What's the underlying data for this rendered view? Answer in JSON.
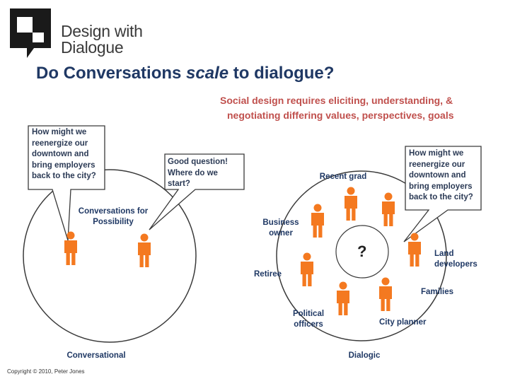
{
  "logo": {
    "line1": "Design with",
    "line2": "Dialogue"
  },
  "title": {
    "pre": "Do Conversations ",
    "emph": "scale",
    "post": " to dialogue?"
  },
  "subtitle": {
    "line1": "Social design requires eliciting, understanding, &",
    "line2": "negotiating differing values, perspectives, goals"
  },
  "left_bubble": {
    "lines": [
      "How  might we",
      "reenergize our",
      "downtown and",
      "bring employers",
      "back to the city?"
    ]
  },
  "middle_bubble": {
    "lines": [
      "Good question!",
      "Where do we",
      "start?"
    ]
  },
  "right_bubble": {
    "lines": [
      "How  might we",
      "reenergize our",
      "downtown and",
      "bring employers",
      "back to the city?"
    ]
  },
  "conversational": {
    "circle_label": {
      "line1": "Conversations for",
      "line2": "Possibility"
    },
    "caption": "Conversational"
  },
  "dialogic": {
    "center": "?",
    "roles": {
      "recent_grad": "Recent grad",
      "business_owner": {
        "line1": "Business",
        "line2": "owner"
      },
      "retiree": "Retiree",
      "political_officers": {
        "line1": "Political",
        "line2": "officers"
      },
      "city_planner": "City planner",
      "families": "Families",
      "land_developers": {
        "line1": "Land",
        "line2": "developers"
      }
    },
    "caption": "Dialogic"
  },
  "copyright": "Copyright  © 2010, Peter Jones",
  "colors": {
    "person": "#f47920",
    "title": "#1f3864",
    "subtitle": "#c0504d",
    "circle_stroke": "#3a3a3a"
  },
  "icons": [
    "speech-bubble-logo-icon",
    "person-icon"
  ]
}
